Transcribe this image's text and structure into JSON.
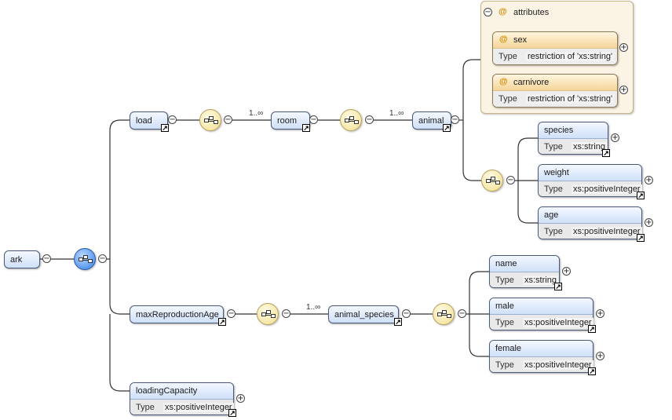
{
  "root": {
    "label": "ark"
  },
  "load": {
    "label": "load"
  },
  "room": {
    "label": "room",
    "cardinality": "1..∞"
  },
  "animal": {
    "label": "animal",
    "cardinality": "1..∞"
  },
  "attributes": {
    "group_label": "attributes",
    "items": [
      {
        "name": "sex",
        "type_label": "Type",
        "type": "restriction of 'xs:string'"
      },
      {
        "name": "carnivore",
        "type_label": "Type",
        "type": "restriction of 'xs:string'"
      }
    ]
  },
  "animal_children": [
    {
      "name": "species",
      "type_label": "Type",
      "type": "xs:string"
    },
    {
      "name": "weight",
      "type_label": "Type",
      "type": "xs:positiveInteger"
    },
    {
      "name": "age",
      "type_label": "Type",
      "type": "xs:positiveInteger"
    }
  ],
  "maxReproductionAge": {
    "label": "maxReproductionAge"
  },
  "animal_species": {
    "label": "animal_species",
    "cardinality": "1..∞"
  },
  "species_children": [
    {
      "name": "name",
      "type_label": "Type",
      "type": "xs:string"
    },
    {
      "name": "male",
      "type_label": "Type",
      "type": "xs:positiveInteger"
    },
    {
      "name": "female",
      "type_label": "Type",
      "type": "xs:positiveInteger"
    }
  ],
  "loadingCapacity": {
    "name": "loadingCapacity",
    "type_label": "Type",
    "type": "xs:positiveInteger"
  },
  "symbols": {
    "collapse": "−",
    "expand": "+",
    "link": "↗",
    "attribute": "@"
  }
}
